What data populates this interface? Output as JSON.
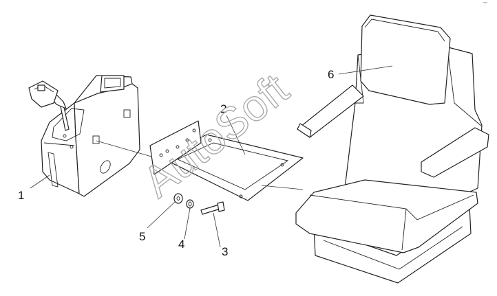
{
  "watermark": "AutoSoft",
  "corner_mark": "ᵔᵔ",
  "callouts": [
    {
      "id": "1",
      "label": "1"
    },
    {
      "id": "2",
      "label": "2"
    },
    {
      "id": "3",
      "label": "3"
    },
    {
      "id": "4",
      "label": "4"
    },
    {
      "id": "5",
      "label": "5"
    },
    {
      "id": "6",
      "label": "6"
    }
  ]
}
